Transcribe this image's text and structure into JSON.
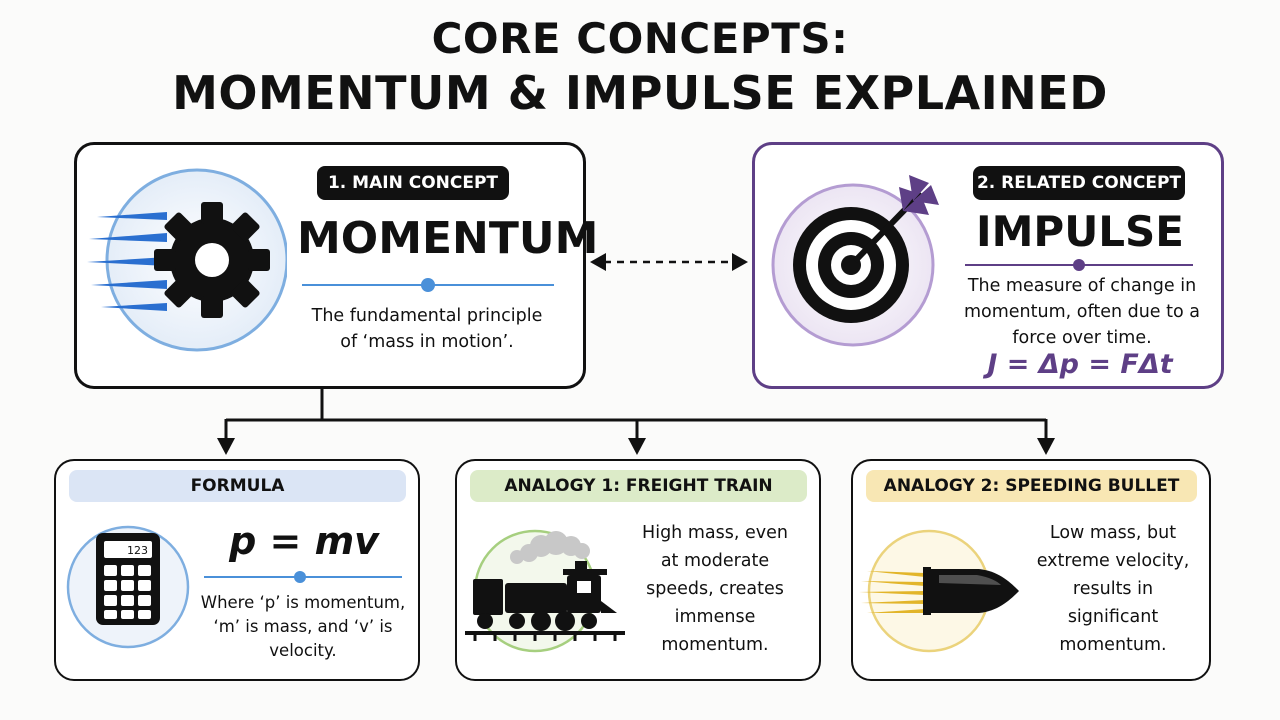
{
  "title": {
    "line1": "CORE CONCEPTS:",
    "line2": "MOMENTUM & IMPULSE EXPLAINED"
  },
  "main_concept": {
    "tag": "1. MAIN CONCEPT",
    "name": "MOMENTUM",
    "description": "The fundamental principle of ‘mass in motion’.",
    "icon": "gear-icon",
    "accent": "#4a90d9"
  },
  "related_concept": {
    "tag": "2. RELATED CONCEPT",
    "name": "IMPULSE",
    "description": "The measure of change in momentum, often due to a force over time.",
    "formula": "J = Δp = FΔt",
    "icon": "target-icon",
    "accent": "#5e3f86"
  },
  "formula_card": {
    "header": "FORMULA",
    "formula": "p = mv",
    "description": "Where ‘p’ is momentum, ‘m’ is mass, and ‘v’ is velocity.",
    "calculator_display": "123",
    "icon": "calculator-icon",
    "header_color": "#dbe5f5"
  },
  "analogy_train": {
    "header": "ANALOGY 1: FREIGHT TRAIN",
    "description": "High mass, even at moderate speeds, creates immense momentum.",
    "icon": "train-icon",
    "header_color": "#dcebc8"
  },
  "analogy_bullet": {
    "header": "ANALOGY 2: SPEEDING BULLET",
    "description": "Low mass, but extreme velocity, results in significant momentum.",
    "icon": "bullet-icon",
    "header_color": "#f8e7b4"
  }
}
